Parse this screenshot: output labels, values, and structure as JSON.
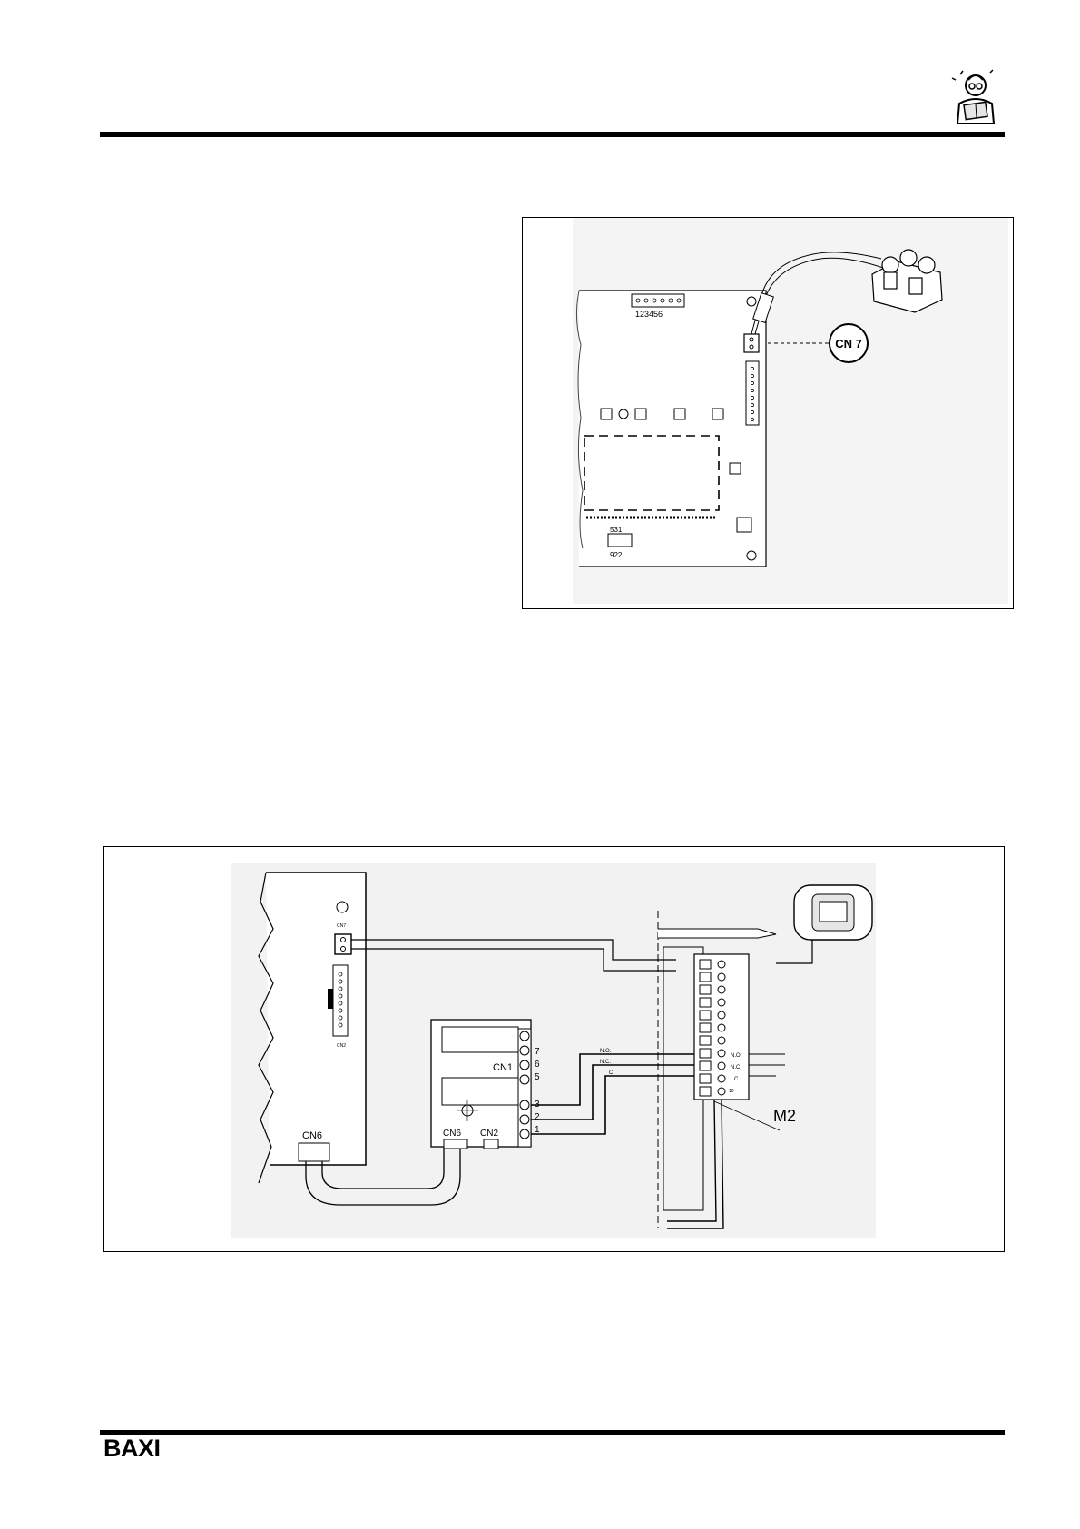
{
  "brand": {
    "logo": "BAXI"
  },
  "figure_top": {
    "callout": "CN 7",
    "connector_pins": "123456",
    "small_connector_top": "531",
    "small_connector_bottom": "922"
  },
  "figure_bottom": {
    "pcb_connector_top": "CN7",
    "pcb_connector_side": "CN2",
    "pcb_bottom_connector": "CN6",
    "relay_block_label": "CN1",
    "relay_terminals_upper": [
      "7",
      "6",
      "5"
    ],
    "relay_terminals_lower": [
      "3",
      "2",
      "1"
    ],
    "relay_cn6": "CN6",
    "relay_cn2": "CN2",
    "wire_label_no": "N.O.",
    "wire_label_nc": "N.C.",
    "wire_label_c": "C",
    "terminal_block_no": "N.O.",
    "terminal_block_nc": "N.C.",
    "terminal_block_c": "C",
    "terminal_block_label": "M2",
    "terminal_ten": "10"
  },
  "colors": {
    "ink": "#000000",
    "paper": "#ffffff",
    "scan_bg": "#f2f2f2"
  }
}
